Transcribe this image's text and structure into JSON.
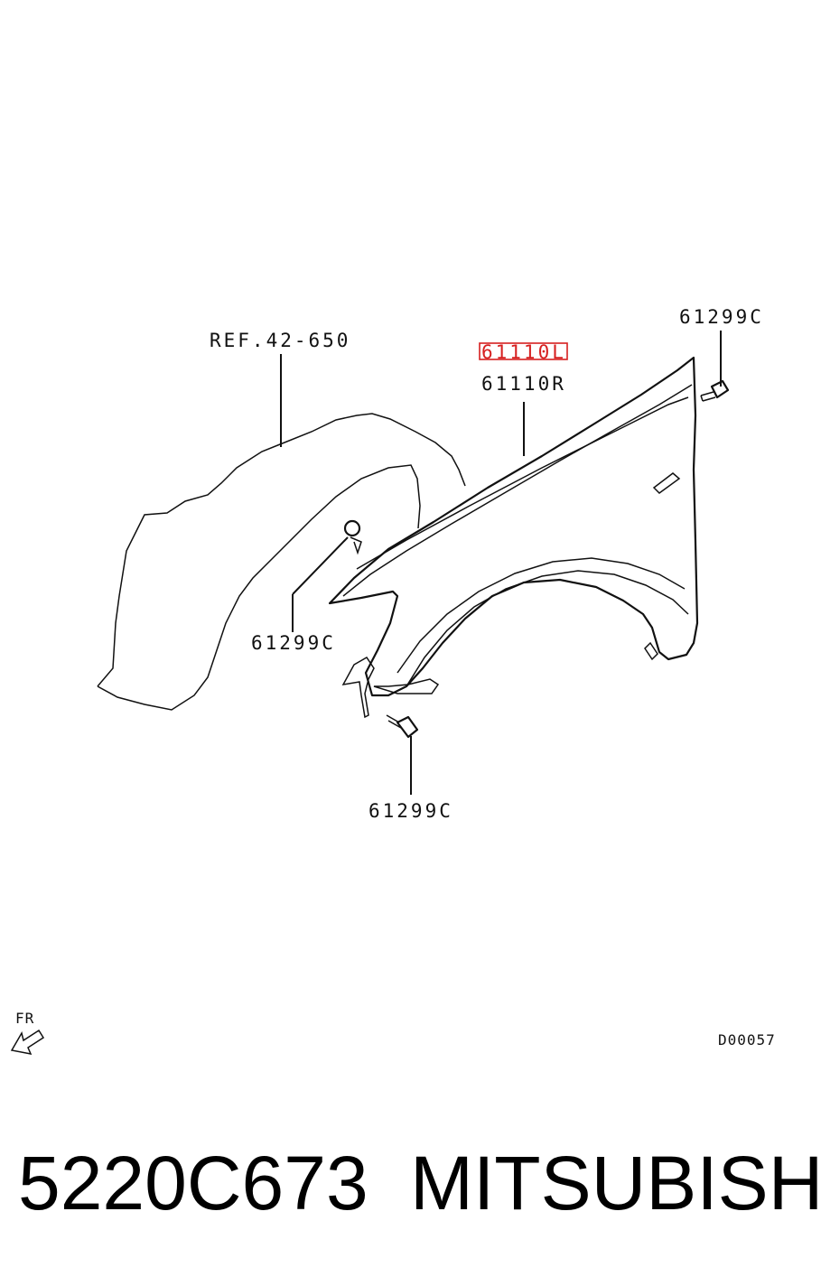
{
  "diagram": {
    "labels": {
      "ref": "REF.42-650",
      "part_left": "61110L",
      "part_right": "61110R",
      "bolt_top": "61299C",
      "bolt_mid": "61299C",
      "bolt_bottom": "61299C",
      "front": "FR",
      "drawing_code": "D00057"
    },
    "highlight_color": "#d62020"
  },
  "footer": {
    "part_number": "5220C673",
    "brand": "MITSUBISHI"
  }
}
